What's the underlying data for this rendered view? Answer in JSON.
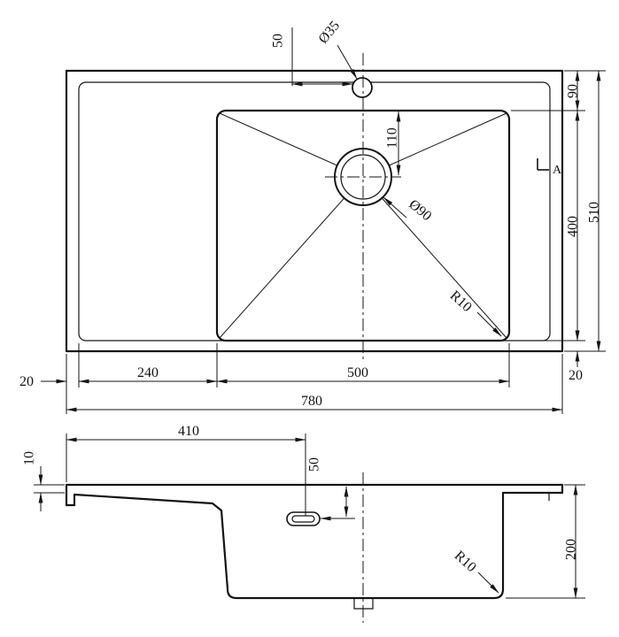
{
  "page": {
    "background": "#ffffff",
    "line_color": "#141414"
  },
  "top_view": {
    "dim_tap_offset": "50",
    "dim_tap_hole_diameter": "Ø35",
    "dim_top_margin": "90",
    "dim_drain_offset": "110",
    "dim_drain_diameter": "Ø90",
    "section_marker": "A",
    "dim_bowl_length": "400",
    "dim_overall_depth": "510",
    "dim_corner_radius": "R10",
    "dim_left_margin": "20",
    "dim_drainboard_width": "240",
    "dim_bowl_width": "500",
    "dim_overall_width": "780",
    "dim_bottom_margin": "20"
  },
  "side_view": {
    "dim_overflow_offset_x": "410",
    "dim_rim_height": "10",
    "dim_overflow_offset_y": "50",
    "dim_bowl_depth": "200",
    "dim_corner_radius": "R10"
  }
}
